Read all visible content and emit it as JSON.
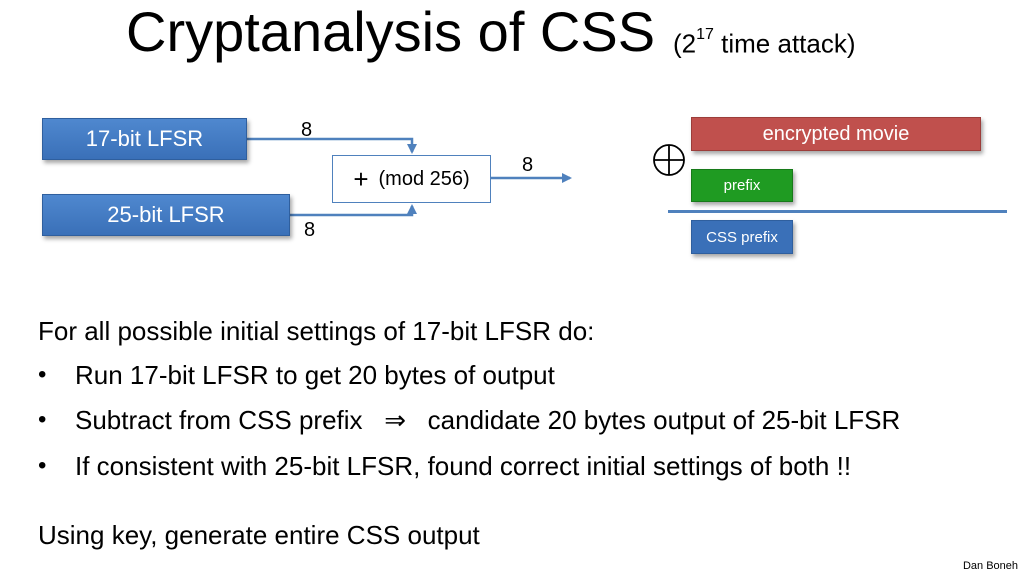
{
  "title": {
    "main": "Cryptanalysis of CSS",
    "sub_prefix": "(2",
    "sub_exp": "17",
    "sub_suffix": " time attack)"
  },
  "diagram": {
    "lfsr17": "17-bit LFSR",
    "lfsr25": "25-bit LFSR",
    "adder_plus": "+",
    "adder_label": "(mod 256)",
    "width_top": "8",
    "width_bottom": "8",
    "width_out": "8",
    "encrypted_movie": "encrypted movie",
    "prefix": "prefix",
    "css_prefix": "CSS prefix",
    "colors": {
      "lfsr_blue": "#3a70b8",
      "encrypted_red": "#c0504d",
      "prefix_green": "#1f9b22",
      "line_blue": "#4f81bd"
    }
  },
  "text": {
    "intro": "For all possible initial settings of 17-bit LFSR do:",
    "bullets": [
      "Run 17-bit LFSR to get 20 bytes of output",
      "Subtract from CSS prefix   ⇒   candidate 20 bytes output of 25-bit LFSR",
      "If consistent with 25-bit LFSR, found correct initial settings of both !!"
    ],
    "bullet_symbol": "•",
    "conclusion": "Using key, generate entire CSS output"
  },
  "author": "Dan Boneh"
}
